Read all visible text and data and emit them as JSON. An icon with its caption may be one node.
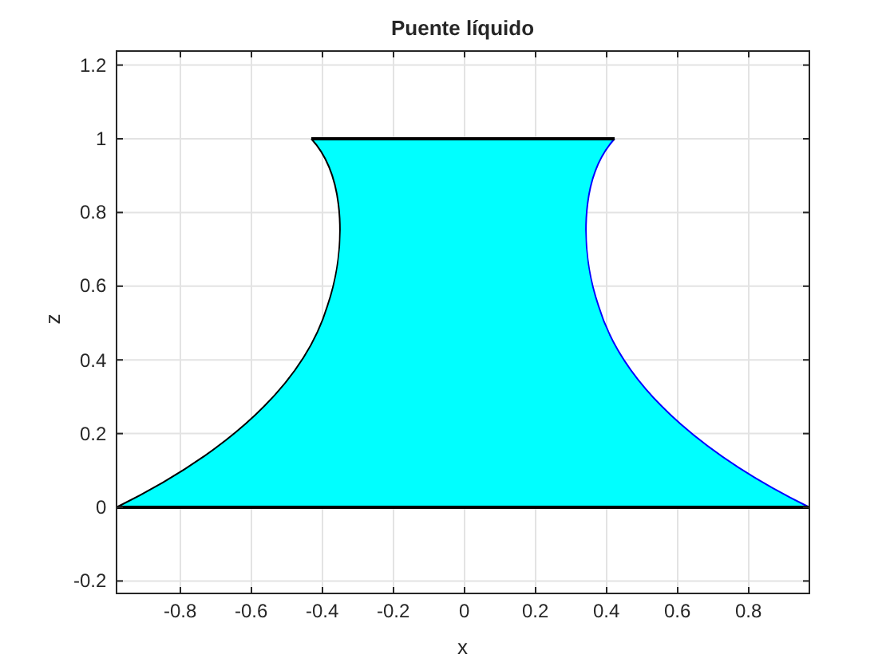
{
  "diagram": {
    "title": "Puente líquido",
    "labels": [
      "1.2",
      "1",
      "0.8",
      "0.6",
      "0.4",
      "0.2",
      "0",
      "-0.2",
      "z",
      "-0.8",
      "-0.6",
      "-0.4",
      "-0.2",
      "0",
      "0.2",
      "0.4",
      "0.6",
      "0.8",
      "x"
    ]
  }
}
